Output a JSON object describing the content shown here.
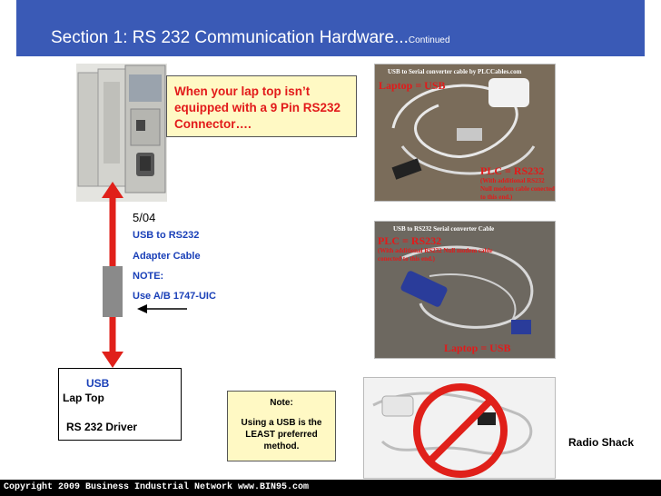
{
  "header": {
    "title": "Section 1: RS 232 Communication Hardware...",
    "continued": "Continued"
  },
  "notice": {
    "text": "When your lap top isn’t equipped with a  9 Pin RS232  Connector…."
  },
  "photo1": {
    "caption": "USB to Serial converter cable by PLCCables.com",
    "laptop_label": "Laptop = USB",
    "plc_label": "PLC = RS232",
    "plc_sub": "(With additional RS232 Null modem cable conected to this end.)"
  },
  "photo2": {
    "caption": "USB to RS232 Serial converter Cable",
    "plc_label": "PLC = RS232",
    "plc_sub": "(With additional RS232 Null modem cable conected to this end.)",
    "laptop_label": "Laptop = USB"
  },
  "diagram": {
    "plc_model": "5/04",
    "adapter_line1": "USB to RS232",
    "adapter_line2": "Adapter Cable",
    "note_heading": "NOTE:",
    "note_text": "Use A/B 1747-UIC"
  },
  "laptop_box": {
    "usb": "USB",
    "laptop": "Lap Top",
    "driver": "RS 232 Driver"
  },
  "note": {
    "title": "Note:",
    "body": "Using a USB is the LEAST preferred method."
  },
  "radio_shack": {
    "label": "Radio Shack"
  },
  "footer": {
    "copyright": "Copyright 2009 Business Industrial Network www.BIN95.com"
  },
  "colors": {
    "header_bg": "#3a5ab6",
    "arrow_red": "#e0201a",
    "note_bg": "#fff9c4",
    "label_blue": "#1a40b8"
  }
}
